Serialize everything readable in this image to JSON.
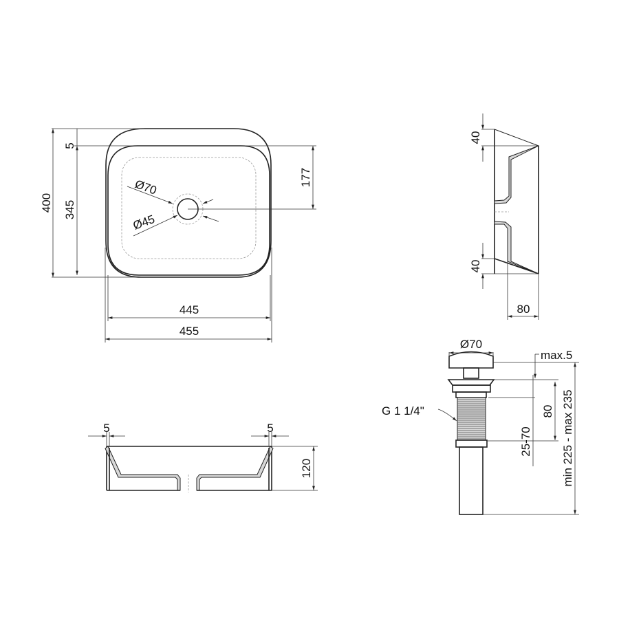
{
  "top_view": {
    "dim_total_depth": "400",
    "dim_inner_depth": "345",
    "dim_rim": "5",
    "dim_drain_offset": "177",
    "dim_inner_width": "445",
    "dim_total_width": "455",
    "dim_drain_outer": "Ø70",
    "dim_drain_inner": "Ø45"
  },
  "side_view": {
    "dim_top_overhang": "40",
    "dim_bottom_overhang": "40",
    "dim_width": "80"
  },
  "front_view": {
    "dim_left_wall": "5",
    "dim_right_wall": "5",
    "dim_height": "120"
  },
  "drain_view": {
    "dim_cap": "Ø70",
    "dim_cap_lift": "max.5",
    "dim_thread": "G 1 1/4\"",
    "dim_body": "80",
    "dim_clamp_range": "25-70",
    "dim_total_length": "min 225 - max 235"
  }
}
